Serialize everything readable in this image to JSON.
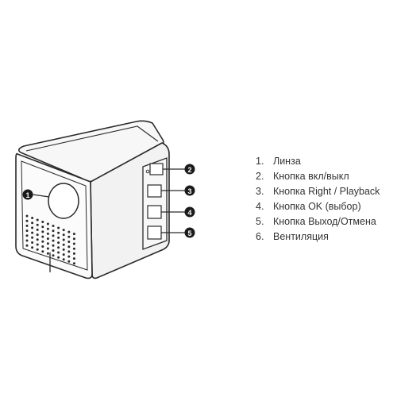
{
  "callouts": [
    "1",
    "2",
    "3",
    "4",
    "5"
  ],
  "legend": [
    {
      "num": "1.",
      "label": "Линза"
    },
    {
      "num": "2.",
      "label": "Кнопка вкл/выкл"
    },
    {
      "num": "3.",
      "label": "Кнопка Right / Playback"
    },
    {
      "num": "4.",
      "label": "Кнопка OK (выбор)"
    },
    {
      "num": "5.",
      "label": "Кнопка Выход/Отмена"
    },
    {
      "num": "6.",
      "label": "Вентиляция"
    }
  ]
}
